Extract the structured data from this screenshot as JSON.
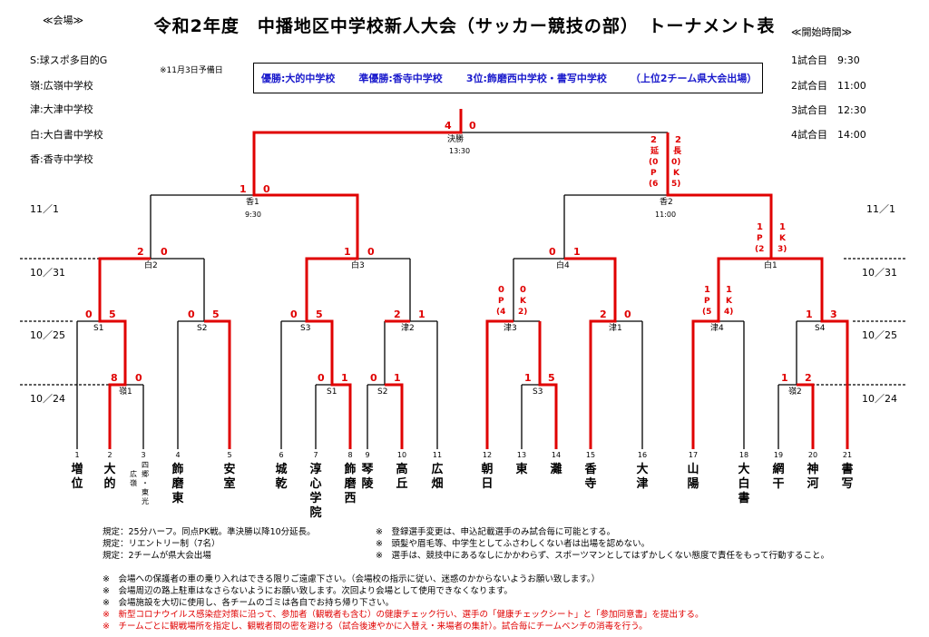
{
  "title": "令和2年度　中播地区中学校新人大会（サッカー競技の部）　トーナメント表",
  "venues_header": "≪会場≫",
  "venues": [
    "S:球スポ多目的G",
    "嶺:広嶺中学校",
    "津:大津中学校",
    "白:大白書中学校",
    "香:香寺中学校"
  ],
  "reserve_day": "※11月3日予備日",
  "results": {
    "champion": "優勝:大的中学校",
    "runner_up": "準優勝:香寺中学校",
    "third": "3位:飾磨西中学校・書写中学校",
    "note": "（上位2チーム県大会出場）"
  },
  "times_header": "≪開始時間≫",
  "times": [
    "1試合目　9:30",
    "2試合目　11:00",
    "3試合目　12:30",
    "4試合目　14:00"
  ],
  "dates": {
    "nov1": "11／1",
    "oct31": "10／31",
    "oct25": "10／25",
    "oct24": "10／24"
  },
  "final": {
    "label": "決勝",
    "time": "13:30",
    "score_left": "4",
    "score_right": "0"
  },
  "semis": [
    {
      "label": "香1",
      "time": "9:30",
      "score_left": "1",
      "score_right": "0"
    },
    {
      "label": "香2",
      "time": "11:00",
      "score_left": "2",
      "score_right": "2"
    }
  ],
  "semi2_notes": {
    "left": [
      "延",
      "(0",
      "P",
      "(6"
    ],
    "right": [
      "長",
      "0)",
      "K",
      "5)"
    ]
  },
  "quarters": [
    {
      "label": "白2",
      "score_left": "2",
      "score_right": "0"
    },
    {
      "label": "白3",
      "score_left": "1",
      "score_right": "0"
    },
    {
      "label": "白4",
      "score_left": "0",
      "score_right": "1"
    },
    {
      "label": "白1",
      "score_left": "1",
      "score_right": "1"
    }
  ],
  "qf4_pk": {
    "left": [
      "P",
      "(2"
    ],
    "right": [
      "K",
      "3)"
    ]
  },
  "r16": [
    {
      "label": "S1",
      "score_left": "0",
      "score_right": "5"
    },
    {
      "label": "S2",
      "score_left": "0",
      "score_right": "5"
    },
    {
      "label": "S3",
      "score_left": "0",
      "score_right": "5"
    },
    {
      "label": "津2",
      "score_left": "2",
      "score_right": "1"
    },
    {
      "label": "津3",
      "score_left": "0",
      "score_right": "0"
    },
    {
      "label": "津1",
      "score_left": "2",
      "score_right": "0"
    },
    {
      "label": "津4",
      "score_left": "1",
      "score_right": "1"
    },
    {
      "label": "S4",
      "score_left": "1",
      "score_right": "3"
    }
  ],
  "r16_pk": [
    {
      "left": [
        "P",
        "(4"
      ],
      "right": [
        "K",
        "2)"
      ]
    },
    {
      "left": [
        "P",
        "(5"
      ],
      "right": [
        "K",
        "4)"
      ]
    }
  ],
  "r32": [
    {
      "label": "嶺1",
      "score_left": "8",
      "score_right": "0"
    },
    {
      "label": "S1",
      "score_left": "0",
      "score_right": "1"
    },
    {
      "label": "S2",
      "score_left": "0",
      "score_right": "1"
    },
    {
      "label": "S3",
      "score_left": "1",
      "score_right": "5"
    },
    {
      "label": "嶺2",
      "score_left": "1",
      "score_right": "2"
    }
  ],
  "teams": [
    {
      "no": "1",
      "name": "増位"
    },
    {
      "no": "2",
      "name": "大的"
    },
    {
      "no": "3",
      "name": "四郷・東光",
      "sub": "広嶺"
    },
    {
      "no": "4",
      "name": "飾磨東"
    },
    {
      "no": "5",
      "name": "安室"
    },
    {
      "no": "6",
      "name": "城乾"
    },
    {
      "no": "7",
      "name": "淳心学院"
    },
    {
      "no": "8",
      "name": "飾磨西"
    },
    {
      "no": "9",
      "name": "琴陵"
    },
    {
      "no": "10",
      "name": "高丘"
    },
    {
      "no": "11",
      "name": "広畑"
    },
    {
      "no": "12",
      "name": "朝日"
    },
    {
      "no": "13",
      "name": "東"
    },
    {
      "no": "14",
      "name": "灘"
    },
    {
      "no": "15",
      "name": "香寺"
    },
    {
      "no": "16",
      "name": "大津"
    },
    {
      "no": "17",
      "name": "山陽"
    },
    {
      "no": "18",
      "name": "大白書"
    },
    {
      "no": "19",
      "name": "網干"
    },
    {
      "no": "20",
      "name": "神河"
    },
    {
      "no": "21",
      "name": "書写"
    }
  ],
  "rules": [
    "規定：25分ハーフ。同点PK戦。準決勝以降10分延長。",
    "規定：リエントリー制（7名）",
    "規定：2チームが県大会出場"
  ],
  "rules_right": [
    "※　登録選手変更は、申込記載選手のみ試合毎に可能とする。",
    "※　頭髪や眉毛等、中学生としてふさわしくない者は出場を認めない。",
    "※　選手は、競技中にあるなしにかかわらず、スポーツマンとしてはずかしくない態度で責任をもって行動すること。"
  ],
  "notices": [
    "※　会場への保護者の車の乗り入れはできる限りご遠慮下さい。（会場校の指示に従い、迷惑のかからないようお願い致します。）",
    "※　会場周辺の路上駐車はなさらないようにお願い致します。次回より会場として使用できなくなります。",
    "※　会場施設を大切に使用し、各チームのゴミは各自でお持ち帰り下さい。"
  ],
  "notices_red": [
    "※　新型コロナウイルス感染症対策に沿って、参加者（観戦者も含む）の健康チェック行い、選手の「健康チェックシート」と「参加同意書」を提出する。",
    "※　チームごとに観戦場所を指定し、観戦者間の密を避ける（試合後速やかに入替え・来場者の集計）。試合毎にチームベンチの消毒を行う。"
  ],
  "colors": {
    "win": "#e00000",
    "line": "#000000",
    "results_text": "#1a1acc"
  }
}
